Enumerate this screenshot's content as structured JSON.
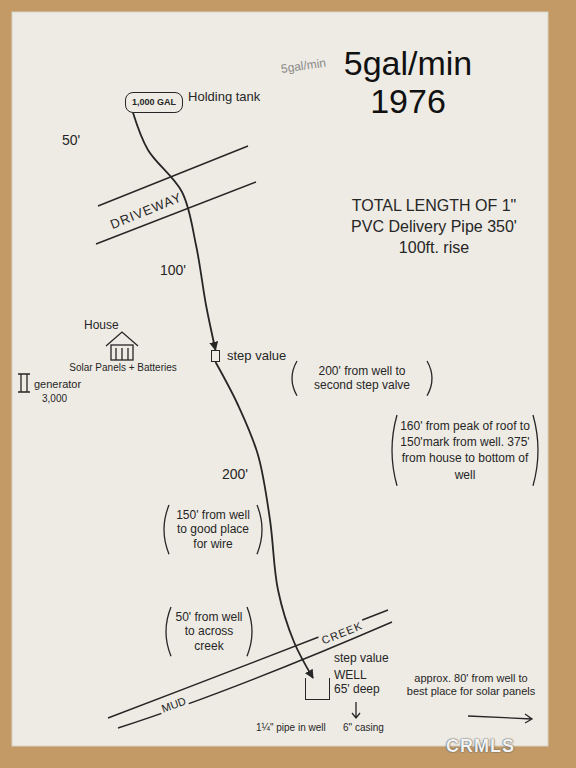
{
  "diagram": {
    "title": "5gal/min 1976",
    "nodes": [
      {
        "text": [
          "1,000 GAL",
          "Holding tank"
        ]
      },
      {
        "text": [
          "step value"
        ]
      },
      {
        "text": [
          "step value",
          "WELL 65' deep"
        ]
      }
    ],
    "edges": [
      {
        "from": 0,
        "to": 1,
        "arrow": "to",
        "label": "100'"
      },
      {
        "from": 1,
        "to": 2,
        "arrow": "to",
        "label": "200'"
      }
    ],
    "labels": [
      "5gal/min",
      "50'",
      "DRIVEWAY",
      "House",
      "Solar Panels + Batteries",
      "200' from well to second step valve",
      "generator",
      "3,000",
      "TOTAL LENGTH OF 1\" PVC Delivery Pipe 350' 100ft. rise",
      "160' from peak of roof to 150'mark from well. 375' from house to bottom of well",
      "150' from well to good place for wire",
      "50' from well to across creek",
      "CREEK",
      "MUD",
      "1¼\" pipe in well",
      "6\" casing",
      "approx. 80' from well to best place for solar panels",
      "CRMLS"
    ]
  }
}
